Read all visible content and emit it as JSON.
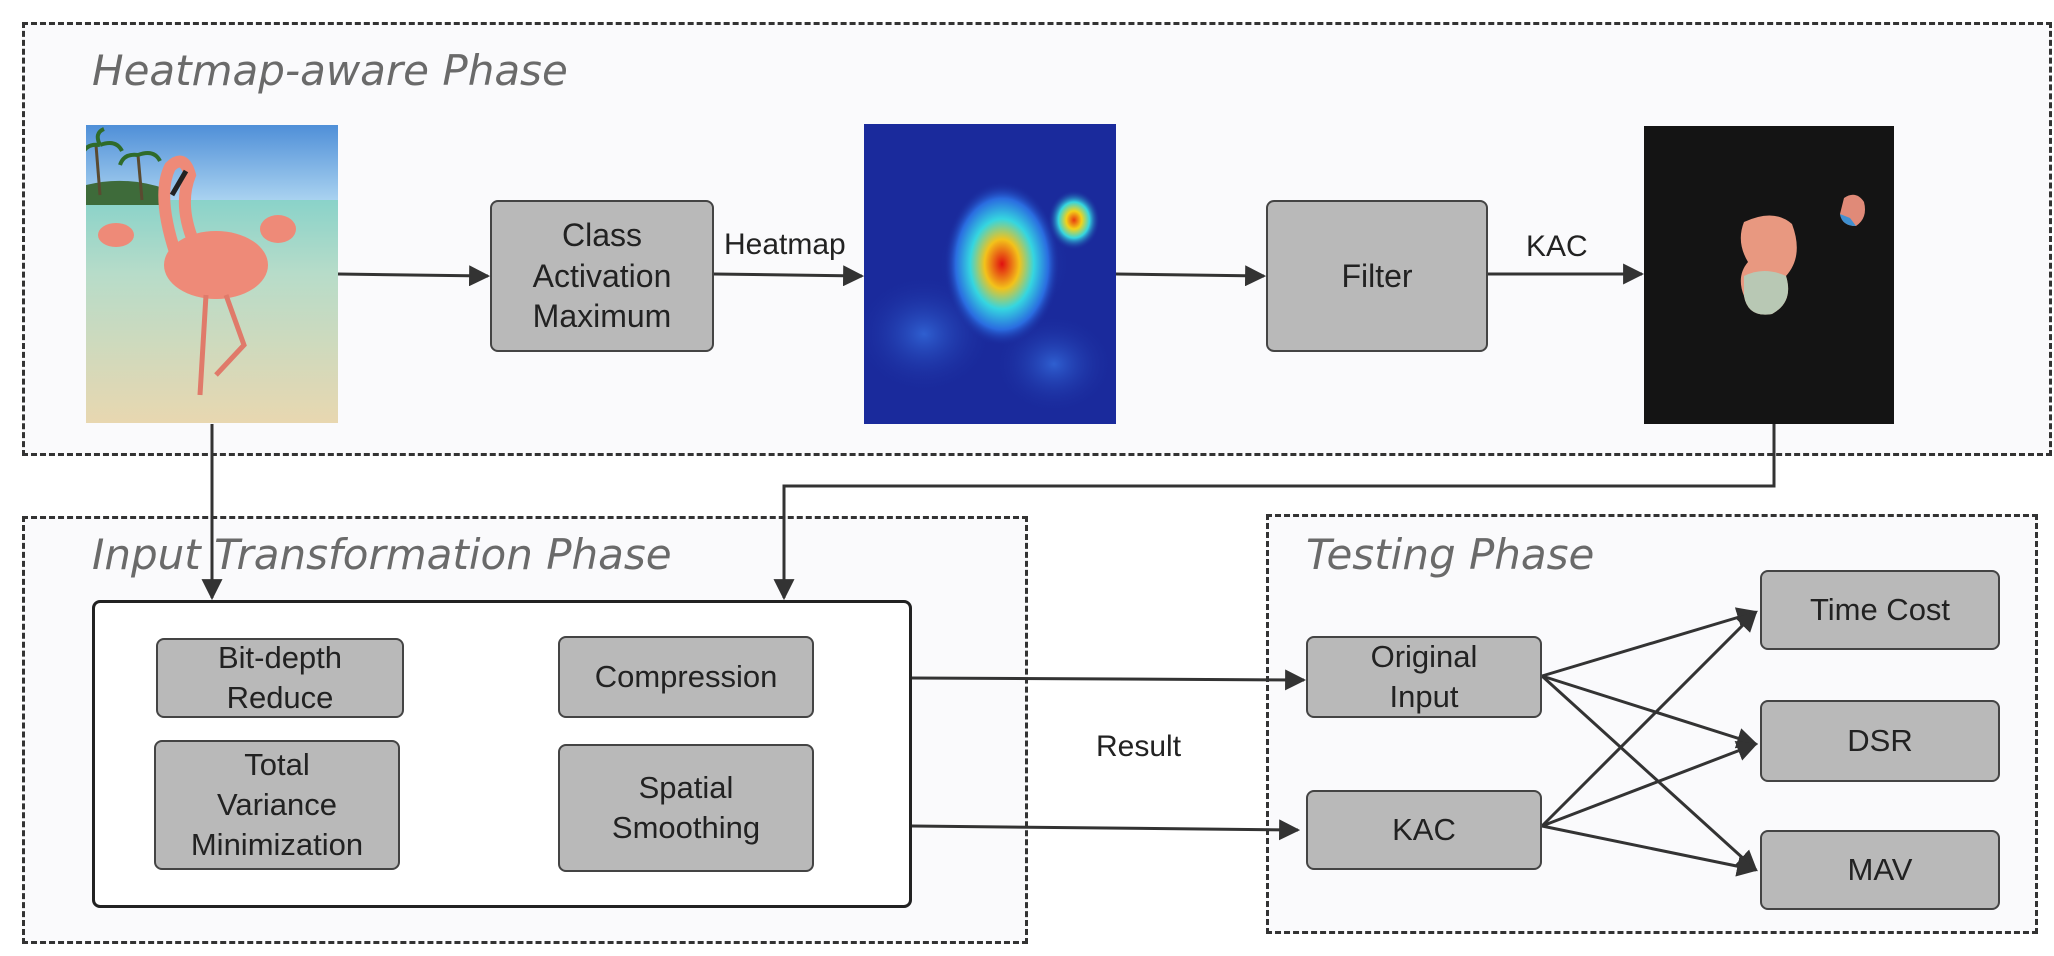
{
  "phases": {
    "heatmap": "Heatmap-aware Phase",
    "input_transformation": "Input Transformation Phase",
    "testing": "Testing Phase"
  },
  "boxes": {
    "cam": "Class\nActivation\nMaximum",
    "filter": "Filter",
    "bit_depth": "Bit-depth\nReduce",
    "compression": "Compression",
    "tv_min": "Total\nVariance\nMinimization",
    "spatial": "Spatial\nSmoothing",
    "original_input": "Original\nInput",
    "kac": "KAC",
    "time_cost": "Time Cost",
    "dsr": "DSR",
    "mav": "MAV"
  },
  "edge_labels": {
    "heatmap": "Heatmap",
    "kac": "KAC",
    "result": "Result"
  },
  "images": {
    "photo": "flamingo-photo",
    "heatmap": "class-activation-heatmap",
    "kac": "key-activation-crop"
  },
  "colors": {
    "box_fill": "#b9b9b9",
    "heatmap_bg": "#1a2a9c",
    "heatmap_hot": "#e01010",
    "kac_bg": "#141414",
    "arrow": "#333333"
  }
}
